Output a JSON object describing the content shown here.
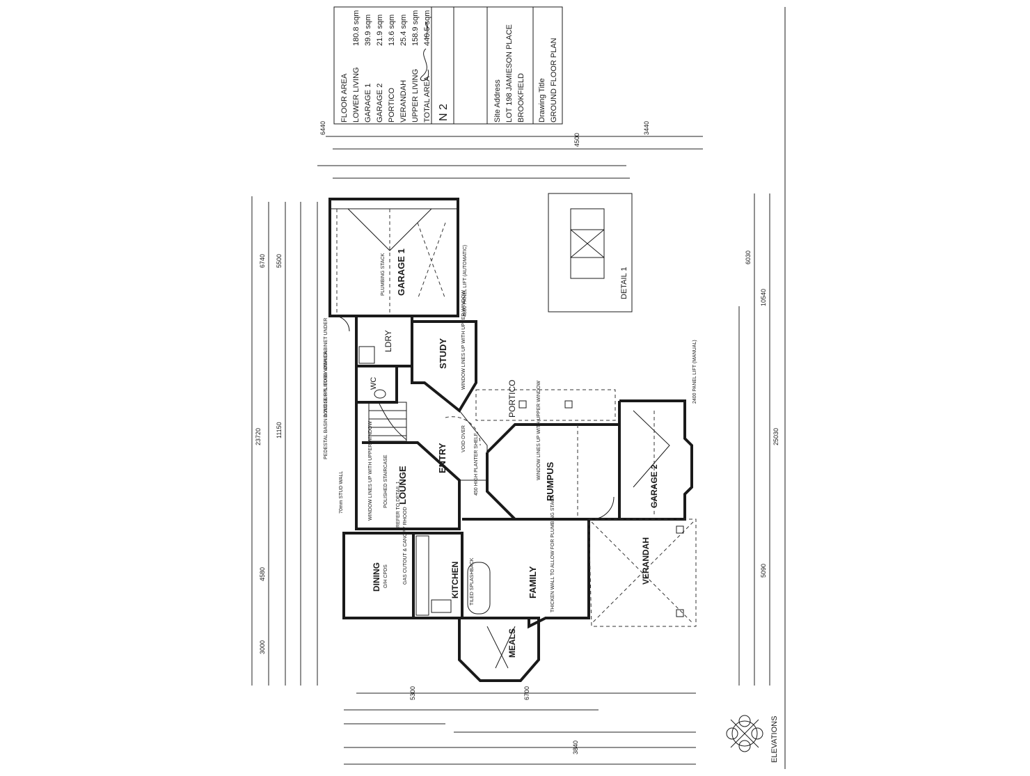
{
  "title_block": {
    "floor_area_heading": "FLOOR AREA",
    "areas": [
      {
        "name": "LOWER LIVING",
        "value": "180.8 sqm"
      },
      {
        "name": "GARAGE 1",
        "value": "39.9 sqm"
      },
      {
        "name": "GARAGE 2",
        "value": "21.9 sqm"
      },
      {
        "name": "PORTICO",
        "value": "13.6 sqm"
      },
      {
        "name": "VERANDAH",
        "value": "25.4 sqm"
      },
      {
        "name": "UPPER LIVING",
        "value": "158.9 sqm"
      },
      {
        "name": "TOTAL AREA",
        "value": "440.5 sqm"
      }
    ],
    "plan_number": "N 2",
    "site_address_label": "Site Address",
    "site_address_line1": "LOT 198 JAMIESON PLACE",
    "site_address_line2": "BROOKFIELD",
    "drawing_title_label": "Drawing Title",
    "drawing_title": "GROUND FLOOR PLAN"
  },
  "rooms": {
    "garage1": "GARAGE 1",
    "garage2": "GARAGE 2",
    "study": "STUDY",
    "ldry": "LDRY",
    "wc": "WC",
    "entry": "ENTRY",
    "lounge": "LOUNGE",
    "rumpus": "RUMPUS",
    "portico": "PORTICO",
    "dining": "DINING",
    "kitchen": "KITCHEN",
    "family": "FAMILY",
    "meals": "MEALS",
    "verandah": "VERANDAH"
  },
  "notes": {
    "plumbing_stack": "PLUMBING STACK",
    "panel_lift": "4800 PANEL LIFT (AUTOMATIC)",
    "window_lines": "WINDOW LINES UP WITH UPPER WINDOW",
    "polished_staircase": "POLISHED STAIRCASE",
    "refer_detail": "REFER TO DETAIL 1",
    "stud_wall": "70mm STUD WALL",
    "void_over": "VOID OVER",
    "planter_shelf": "450 HIGH PLANTER SHELF",
    "gas_cutout": "GAS CUTOUT & CANOPY RHOOD",
    "tiled_splashback": "TILED SPLASHBACK",
    "thicken_wall": "THICKEN WALL TO ALLOW FOR PLUMBING STACK",
    "panel_lift_2": "2400 PANEL LIFT (MANUAL)",
    "oh_cpds": "O/H CPDS",
    "double_tubs": "DOUBLE S.S. TUBS WITH CABINET UNDER",
    "pedestal_basin": "PEDESTAL BASIN & WC SUPPLIED BY OWNER"
  },
  "detail_label": "DETAIL 1",
  "elevations_label": "ELEVATIONS",
  "dims": {
    "left_total": "23720",
    "left_a": "6740",
    "left_b": "5500",
    "left_c": "11150",
    "left_d": "4580",
    "left_e": "3000",
    "right_total": "25030",
    "right_a": "6030",
    "right_b": "10540",
    "right_c": "5090",
    "top_a": "6440",
    "top_b": "4500",
    "top_c": "3440",
    "bot_a": "5300",
    "bot_b": "6700",
    "bot_c": "3840"
  }
}
